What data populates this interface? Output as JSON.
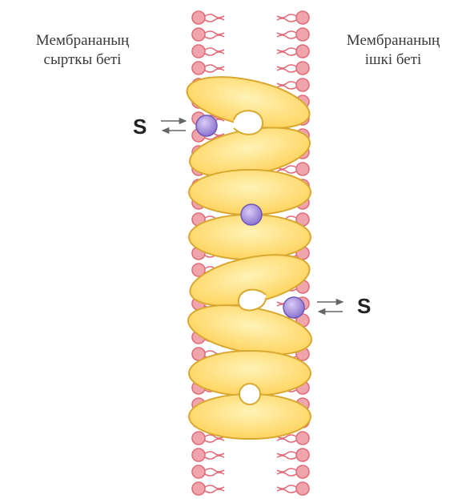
{
  "labels": {
    "outer_surface": "Мембрананың\nсырткы   беті",
    "inner_surface": "Мембрананың\nішкі   беті"
  },
  "substrate": {
    "top_label": "S",
    "bottom_label": "S"
  },
  "colors": {
    "lipid": "#f0a5ad",
    "lipid_stroke": "#e06c7a",
    "protein_fill": "#ffe07a",
    "protein_stroke": "#d9a830",
    "substrate_fill": "#9b86d6",
    "substrate_stroke": "#6e57b8"
  }
}
